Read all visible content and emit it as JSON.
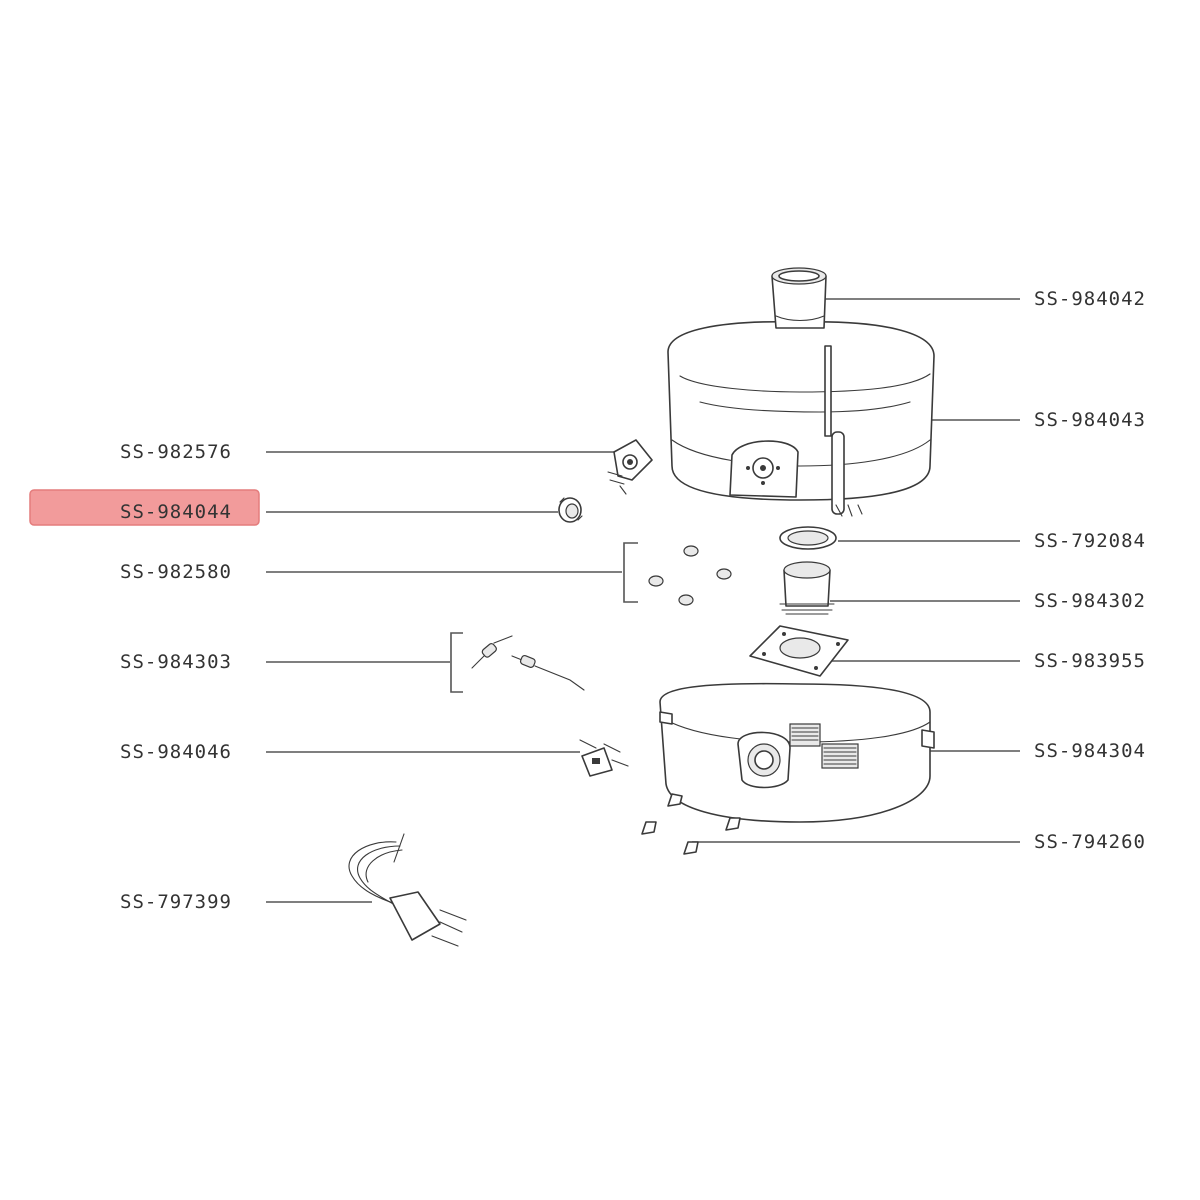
{
  "diagram": {
    "highlight_color": "#f08a8a",
    "labels_left": [
      {
        "id": "SS-982576",
        "highlighted": false
      },
      {
        "id": "SS-984044",
        "highlighted": true
      },
      {
        "id": "SS-982580",
        "highlighted": false
      },
      {
        "id": "SS-984303",
        "highlighted": false
      },
      {
        "id": "SS-984046",
        "highlighted": false
      },
      {
        "id": "SS-797399",
        "highlighted": false
      }
    ],
    "labels_right": [
      {
        "id": "SS-984042"
      },
      {
        "id": "SS-984043"
      },
      {
        "id": "SS-792084"
      },
      {
        "id": "SS-984302"
      },
      {
        "id": "SS-983955"
      },
      {
        "id": "SS-984304"
      },
      {
        "id": "SS-794260"
      }
    ]
  }
}
